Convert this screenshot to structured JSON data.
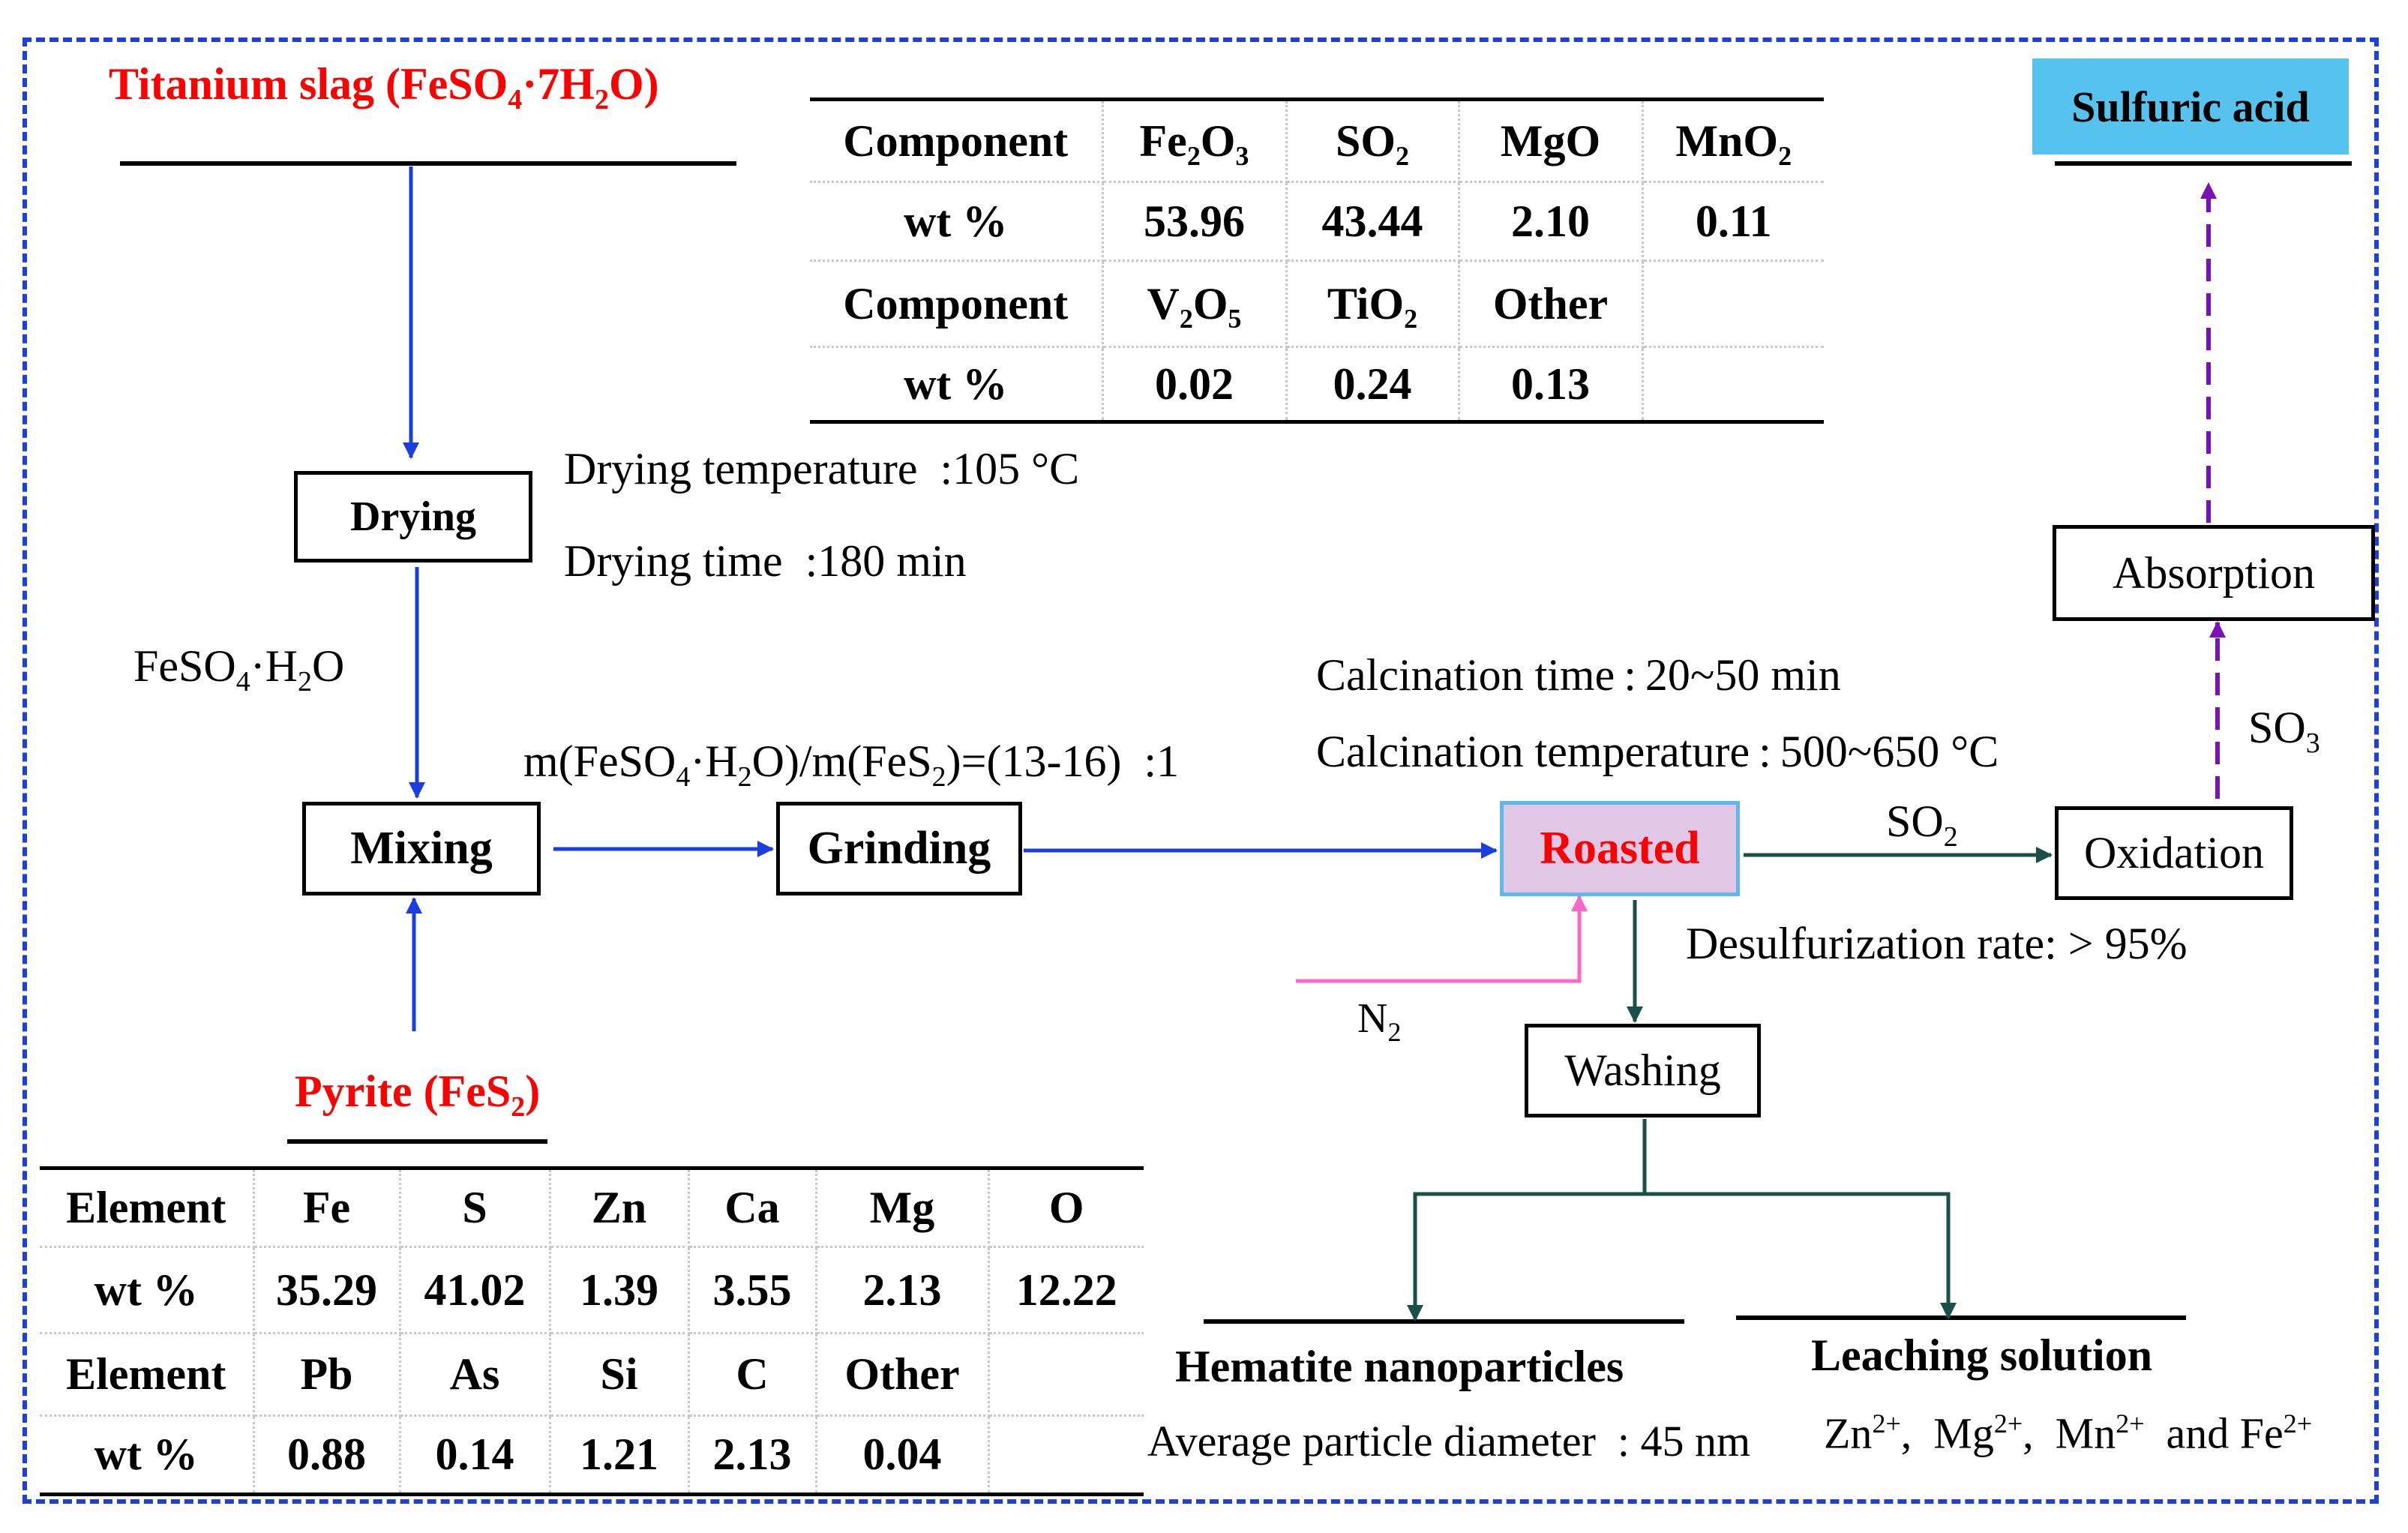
{
  "feed": {
    "titanium_prefix": "Titanium slag (FeSO",
    "titanium_sub1": "4",
    "titanium_mid": "·7H",
    "titanium_sub2": "2",
    "titanium_end": "O)",
    "pyrite_prefix": "Pyrite (FeS",
    "pyrite_sub": "2",
    "pyrite_end": ")"
  },
  "slag_table": {
    "rows": [
      [
        "Component",
        "Fe₂O₃",
        "SO₂",
        "MgO",
        "MnO₂"
      ],
      [
        "wt %",
        "53.96",
        "43.44",
        "2.10",
        "0.11"
      ],
      [
        "Component",
        "V₂O₅",
        "TiO₂",
        "Other",
        ""
      ],
      [
        "wt %",
        "0.02",
        "0.24",
        "0.13",
        ""
      ]
    ]
  },
  "pyrite_table": {
    "rows": [
      [
        "Element",
        "Fe",
        "S",
        "Zn",
        "Ca",
        "Mg",
        "O"
      ],
      [
        "wt %",
        "35.29",
        "41.02",
        "1.39",
        "3.55",
        "2.13",
        "12.22"
      ],
      [
        "Element",
        "Pb",
        "As",
        "Si",
        "C",
        "Other",
        ""
      ],
      [
        "wt %",
        "0.88",
        "0.14",
        "1.21",
        "2.13",
        "0.04",
        ""
      ]
    ]
  },
  "steps": {
    "drying": "Drying",
    "mixing": "Mixing",
    "grinding": "Grinding",
    "roasted": "Roasted",
    "oxidation": "Oxidation",
    "absorption": "Absorption",
    "washing": "Washing",
    "sulfuric_acid": "Sulfuric acid"
  },
  "conditions": {
    "drying_temperature": "Drying temperature :105 °C",
    "drying_time": "Drying time :180 min",
    "intermediate_prefix": "FeSO",
    "intermediate_sub1": "4",
    "intermediate_mid": "·H",
    "intermediate_sub2": "2",
    "intermediate_end": "O",
    "ratio_a": "m(FeSO",
    "ratio_b": "4",
    "ratio_c": "·H",
    "ratio_d": "2",
    "ratio_e": "O)/m(FeS",
    "ratio_f": "2",
    "ratio_g": ")=(13-16) :1",
    "calcination_time": "Calcination time : 20~50 min",
    "calcination_temperature": "Calcination temperature : 500~650 °C",
    "desulfurization": "Desulfurization rate: > 95%"
  },
  "gases": {
    "so2_main": "SO",
    "so2_sub": "2",
    "so3_main": "SO",
    "so3_sub": "3",
    "n2_main": "N",
    "n2_sub": "2"
  },
  "products": {
    "hematite": "Hematite nanoparticles",
    "leaching": "Leaching solution",
    "diameter": "Average particle diameter : 45 nm",
    "ions": [
      "Zn",
      "2+",
      ", Mg",
      "2+",
      ", Mn",
      "2+",
      " and Fe",
      "2+"
    ]
  },
  "colors": {
    "frame": "#1f3fd6",
    "flow_arrow": "#1a3ee0",
    "gas_arrow": "#1b5049",
    "n2_arrow": "#ff66cc",
    "absorption_arrow": "#7b10b4",
    "roasted_fill": "#e0c7e6",
    "roasted_border": "#5fb7ee",
    "sulfuric_fill": "#56c3ee",
    "feed_text": "#ff0000"
  }
}
